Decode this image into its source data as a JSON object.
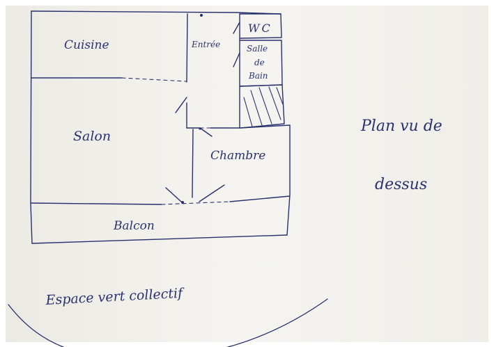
{
  "plan": {
    "rooms": {
      "cuisine": "Cuisine",
      "entree": "Entrée",
      "wc": "WC",
      "salle_de_bain": [
        "Salle",
        "de",
        "Bain"
      ],
      "salon": "Salon",
      "chambre": "Chambre",
      "balcon": "Balcon"
    },
    "outside": "Espace vert collectif"
  },
  "caption": [
    "Plan vu de",
    "dessus"
  ],
  "colors": {
    "paper": "#f3f2ee",
    "ink": "#27306e",
    "frame": "#ffffff"
  }
}
